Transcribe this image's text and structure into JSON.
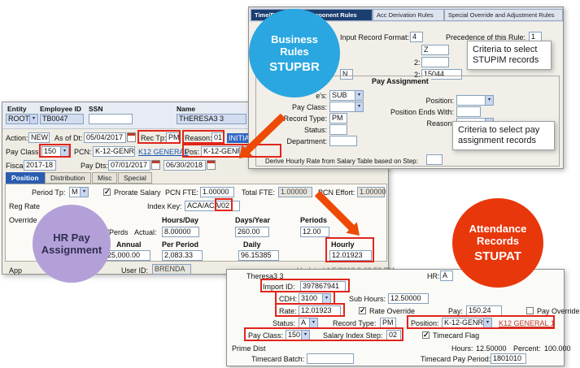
{
  "colors": {
    "circle_blue": "#2aa7e0",
    "circle_purple": "#b4a0d8",
    "circle_red": "#e8370b",
    "arrow_orange": "#ed4a05",
    "annotation_red": "#e1251b",
    "link_blue": "#1353b8",
    "active_tab_blue": "#2a5db0",
    "selection_blue": "#3166c5"
  },
  "callouts": {
    "business": {
      "line1": "Business",
      "line2": "Rules",
      "code": "STUPBR"
    },
    "hr_pay": {
      "line1": "HR Pay",
      "line2": "Assignment"
    },
    "attendance": {
      "line1": "Attendance",
      "line2": "Records",
      "code": "STUPAT"
    },
    "stupim_note": "Criteria to select STUPIM records",
    "pay_note": "Criteria to select pay assignment records"
  },
  "rules_window": {
    "tabs": [
      {
        "label": "Time/Rate/String Component Rules",
        "active": true
      },
      {
        "label": "Acc Derivation Rules",
        "active": false
      },
      {
        "label": "Special Override and Adjustment Rules",
        "active": false
      }
    ],
    "input_record_format_label": "Input Record Format:",
    "input_record_format_value": "4",
    "precedence_label": "Precedence of this Rule:",
    "precedence_value": "1",
    "frag_z": "Z",
    "frag_2": "2:",
    "frag_n": "N",
    "frag_2b": "2:",
    "frag_2b_value": "15044",
    "pay_assignment": {
      "title": "Pay Assignment",
      "emp_label": "e's:",
      "emp_value": "SUB",
      "pay_class_label": "Pay Class:",
      "record_type_label": "Record Type:",
      "record_type_value": "PM",
      "status_label": "Status:",
      "department_label": "Department:",
      "position_label": "Position:",
      "position_ends_label": "Position Ends With:",
      "reason_label": "Reason:",
      "derive_label": "Derive Hourly Rate from Salary Table based on Step:"
    }
  },
  "hr_window": {
    "header": {
      "entity_label": "Entity",
      "entity_value": "ROOT",
      "employee_id_label": "Employee ID",
      "employee_id_value": "TB0047",
      "ssn_label": "SSN",
      "name_label": "Name",
      "name_value": "THERESA3 3"
    },
    "action_row": {
      "action_label": "Action:",
      "action_value": "NEW",
      "as_of_label": "As of Dt:",
      "as_of_value": "05/04/2017",
      "rec_tp_label": "Rec Tp:",
      "rec_tp_value": "PM",
      "reason_label": "Reason:",
      "reason_value": "01",
      "reason_desc": "INITIAL PAY"
    },
    "class_row": {
      "pay_class_label": "Pay Class:",
      "pay_class_value": "150",
      "pcn_label": "PCN:",
      "pcn_value": "K-12-GENR",
      "pcn_link": "K12 GENERAL",
      "pos_label": "Pos:",
      "pos_value": "K-12-GENR"
    },
    "fiscal_row": {
      "fiscal_label": "Fisca",
      "fiscal_value": "2017-18",
      "pay_dts_label": "Pay Dts:",
      "start_value": "07/01/2017",
      "end_value": "06/30/2018"
    },
    "tabs": [
      {
        "label": "Position",
        "active": true
      },
      {
        "label": "Distribution",
        "active": false
      },
      {
        "label": "Misc",
        "active": false
      },
      {
        "label": "Special",
        "active": false
      }
    ],
    "position_tab": {
      "period_tp_label": "Period Tp:",
      "period_tp_value": "M",
      "prorate_label": "Prorate Salary",
      "pcn_fte_label": "PCN FTE:",
      "pcn_fte_value": "1.00000",
      "total_fte_label": "Total FTE:",
      "total_fte_value": "1.00000",
      "pcn_effort_label": "PCN Effort:",
      "pcn_effort_value": "1.00000",
      "reg_rate_label": "Reg Rate",
      "index_key_label": "Index Key:",
      "index_key_value": "ACA/ACA/02",
      "override_label": "Override",
      "col_hours_day": "Hours/Day",
      "col_days_year": "Days/Year",
      "col_periods": "Periods",
      "days_perds_label": "Days/Perds",
      "actual_label": "Actual:",
      "hours_day_value": "8.00000",
      "days_year_value": "260.00",
      "periods_value": "12.00",
      "col_annual": "Annual",
      "col_per_period": "Per Period",
      "col_daily": "Daily",
      "col_hourly": "Hourly",
      "annual_value": "25,000.00",
      "per_period_value": "2,083.33",
      "daily_value": "96.15385",
      "hourly_value": "12.01923"
    },
    "footer": {
      "approve_label": "App",
      "user_id_label": "User ID:",
      "user_id_value": "BRENDA",
      "updated_text": "Updated:1/5/2018 2:03:58 PM"
    }
  },
  "attendance_window": {
    "name_value": "Theresa3 3",
    "hr_label": "HR:",
    "hr_value": "A",
    "import_id_label": "Import ID:",
    "import_id_value": "397867941",
    "cdh_label": "CDH:",
    "cdh_value": "3100",
    "sub_hours_label": "Sub Hours:",
    "sub_hours_value": "12.50000",
    "rate_label": "Rate:",
    "rate_value": "12.01923",
    "rate_override_label": "Rate Override",
    "pay_label": "Pay:",
    "pay_value": "150.24",
    "pay_override_label": "Pay Override",
    "status_label": "Status:",
    "status_value": "A",
    "record_type_label": "Record Type:",
    "record_type_value": "PM",
    "position_label": "Position:",
    "position_value": "K-12-GENR",
    "position_link": "K12 GENERAL 1",
    "pay_class_label": "Pay Class:",
    "pay_class_value": "150",
    "step_label": "Salary Index Step:",
    "step_value": "02",
    "timecard_flag_label": "Timecard Flag",
    "prime_dist_label": "Prime Dist",
    "hours_label": "Hours:",
    "hours_value": "12.50000",
    "percent_label": "Percent:",
    "percent_value": "100.000",
    "batch_label": "Timecard Batch:",
    "pay_period_label": "Timecard Pay Period:",
    "pay_period_value": "1801010"
  }
}
